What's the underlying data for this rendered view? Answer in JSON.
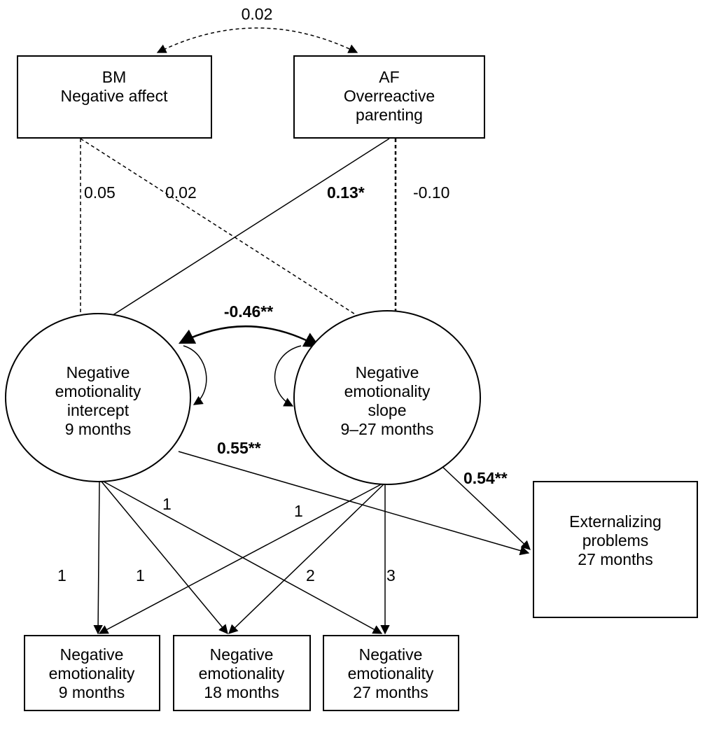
{
  "nodes": {
    "bm": [
      "BM",
      "Negative affect"
    ],
    "af": [
      "AF",
      "Overreactive",
      "parenting"
    ],
    "intercept": [
      "Negative",
      "emotionality",
      "intercept",
      "9 months"
    ],
    "slope": [
      "Negative",
      "emotionality",
      "slope",
      "9–27 months"
    ],
    "externalizing": [
      "Externalizing",
      "problems",
      "27 months"
    ],
    "ne9": [
      "Negative",
      "emotionality",
      "9 months"
    ],
    "ne18": [
      "Negative",
      "emotionality",
      "18 months"
    ],
    "ne27": [
      "Negative",
      "emotionality",
      "27 months"
    ]
  },
  "paths": {
    "bm_af_cov": "0.02",
    "bm_intercept": "0.05",
    "bm_slope": "0.02",
    "af_intercept": "0.13*",
    "af_slope": "-0.10",
    "intercept_slope_cov": "-0.46**",
    "intercept_ext": "0.55**",
    "slope_ext": "0.54**",
    "int_ne9": "1",
    "int_ne18": "1",
    "int_ne27": "1",
    "slope_ne9": "1",
    "slope_ne18": "2",
    "slope_ne27": "3"
  }
}
